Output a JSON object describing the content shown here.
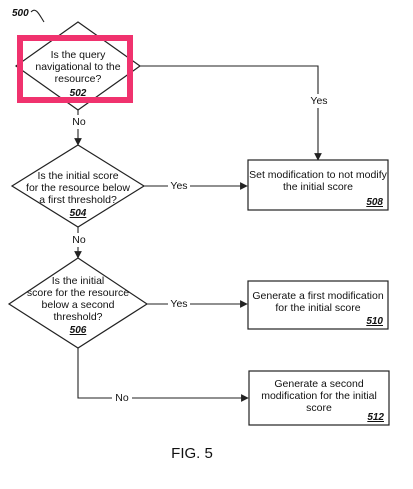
{
  "figure_ref": "500",
  "caption": "FIG. 5",
  "highlight_color": "#f0326e",
  "nodes": [
    {
      "id": "502",
      "kind": "decision",
      "lines": [
        "Is the query",
        "navigational to the",
        "resource?"
      ],
      "ref": "502"
    },
    {
      "id": "504",
      "kind": "decision",
      "lines": [
        "Is the initial score",
        "for the resource below",
        "a first threshold?"
      ],
      "ref": "504"
    },
    {
      "id": "506",
      "kind": "decision",
      "lines": [
        "Is the initial",
        "score for the resource",
        "below a second",
        "threshold?"
      ],
      "ref": "506"
    },
    {
      "id": "508",
      "kind": "process",
      "lines": [
        "Set modification to not modify",
        "the initial score"
      ],
      "ref": "508"
    },
    {
      "id": "510",
      "kind": "process",
      "lines": [
        "Generate a first modification",
        "for the initial score"
      ],
      "ref": "510"
    },
    {
      "id": "512",
      "kind": "process",
      "lines": [
        "Generate a second",
        "modification for the initial",
        "score"
      ],
      "ref": "512"
    }
  ],
  "edges": [
    {
      "from": "502",
      "to": "508",
      "label": "Yes"
    },
    {
      "from": "502",
      "to": "504",
      "label": "No"
    },
    {
      "from": "504",
      "to": "508",
      "label": "Yes"
    },
    {
      "from": "504",
      "to": "506",
      "label": "No"
    },
    {
      "from": "506",
      "to": "510",
      "label": "Yes"
    },
    {
      "from": "506",
      "to": "512",
      "label": "No"
    }
  ]
}
